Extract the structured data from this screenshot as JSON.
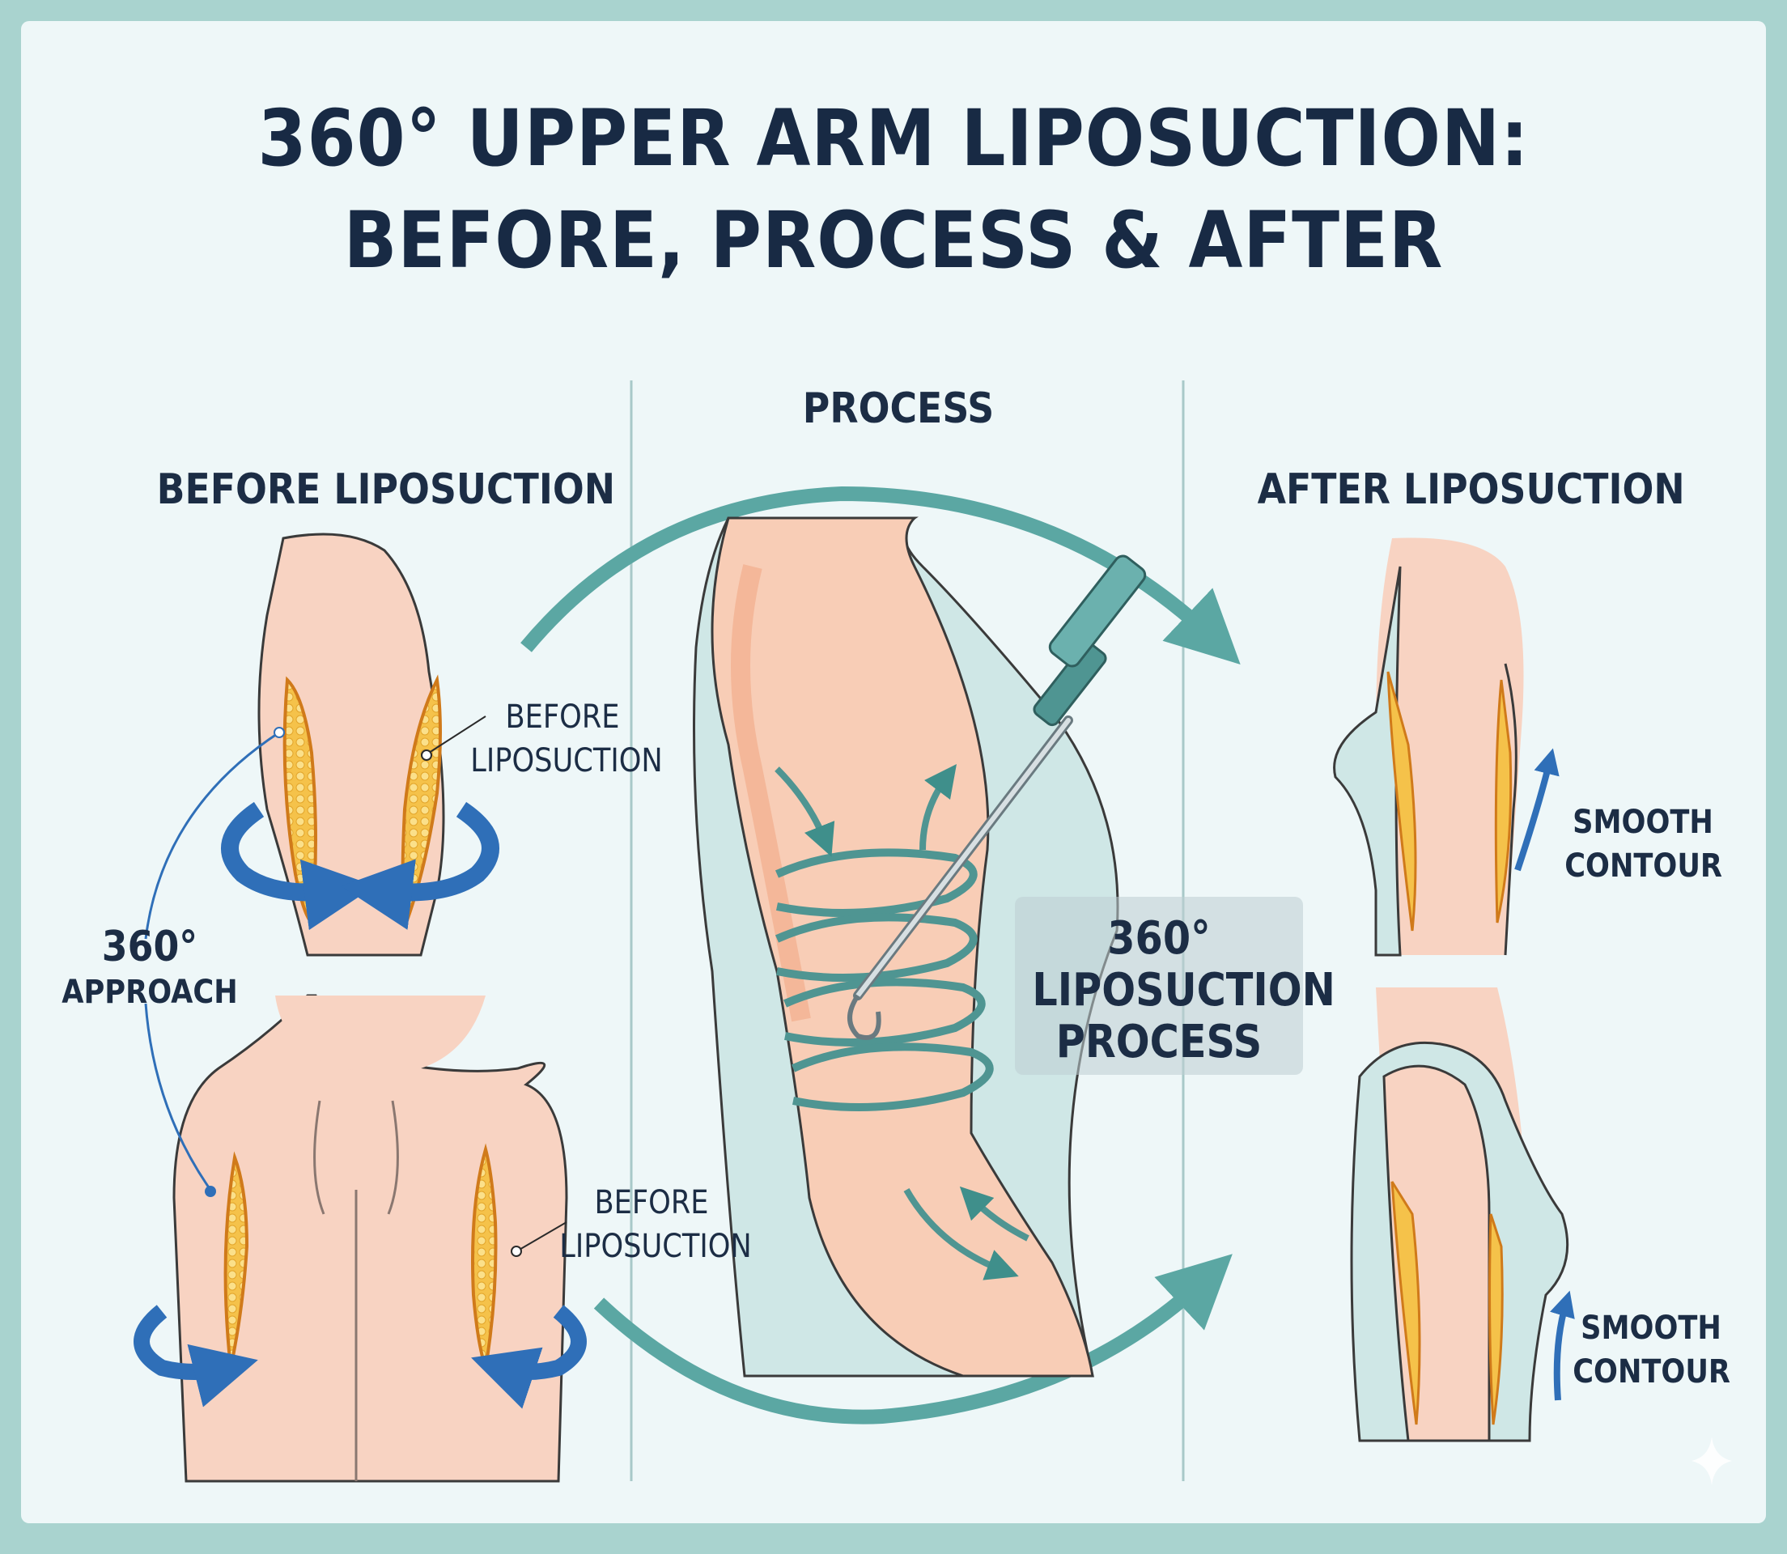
{
  "title": {
    "line1": "360° UPPER ARM LIPOSUCTION:",
    "line2": "BEFORE, PROCESS & AFTER"
  },
  "sections": {
    "before": "BEFORE LIPOSUCTION",
    "process": "PROCESS",
    "after": "AFTER LIPOSUCTION"
  },
  "callouts": {
    "before_upper_1": "BEFORE",
    "before_upper_2": "LIPOSUCTION",
    "before_lower_1": "BEFORE",
    "before_lower_2": "LIPOSUCTION",
    "approach_1": "360°",
    "approach_2": "APPROACH",
    "process_1": "360°",
    "process_2": "LIPOSUCTION",
    "process_3": "PROCESS",
    "smooth_upper_1": "SMOOTH",
    "smooth_upper_2": "CONTOUR",
    "smooth_lower_1": "SMOOTH",
    "smooth_lower_2": "CONTOUR"
  },
  "colors": {
    "skin": "#f8d3c2",
    "fat": "#f5c24a",
    "teal": "#5ba7a3",
    "blue_arrow": "#2f6fb8",
    "text": "#1c2d45"
  }
}
